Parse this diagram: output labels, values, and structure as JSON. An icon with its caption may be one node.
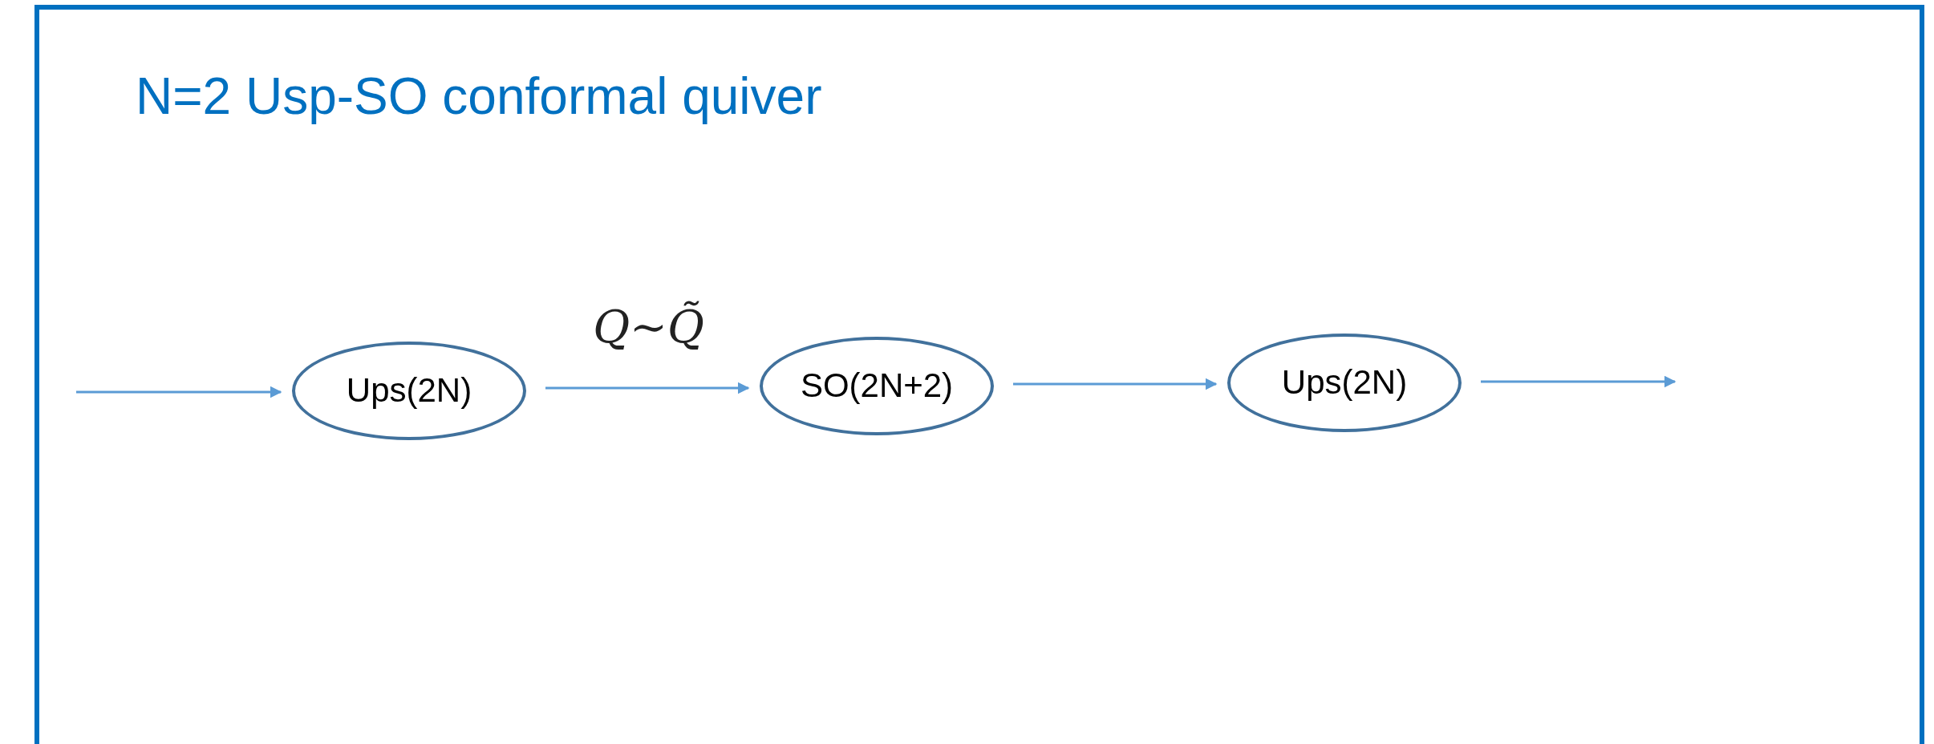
{
  "diagram": {
    "title": "N=2 Usp-SO conformal quiver",
    "nodes": [
      {
        "text": [
          "Ups(2N)"
        ]
      },
      {
        "text": [
          "SO(2N+2)"
        ]
      },
      {
        "text": [
          "Ups(2N)"
        ]
      }
    ],
    "edges": [
      {
        "from": null,
        "to": 0,
        "arrow": "to"
      },
      {
        "from": 0,
        "to": 1,
        "arrow": "to",
        "label": "Q∼Q̃"
      },
      {
        "from": 1,
        "to": 2,
        "arrow": "to"
      },
      {
        "from": 2,
        "to": null,
        "arrow": "to"
      }
    ]
  }
}
